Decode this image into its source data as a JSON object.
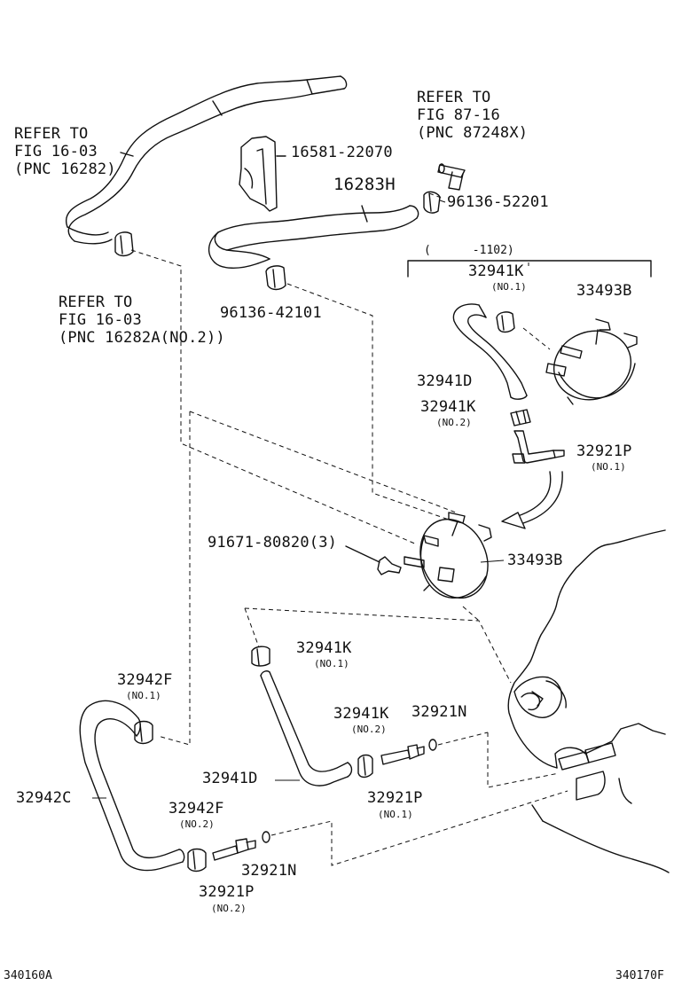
{
  "refs": {
    "fig16_top": [
      "REFER TO",
      "FIG 16-03",
      "(PNC 16282)"
    ],
    "fig87": [
      "REFER TO",
      "FIG 87-16",
      "(PNC 87248X)"
    ],
    "fig16_no2": [
      "REFER TO",
      "FIG 16-03",
      "(PNC 16282A(NO.2))"
    ]
  },
  "parts": {
    "p16581": "16581-22070",
    "p16283H": "16283H",
    "p96136_52201": "96136-52201",
    "p96136_42101": "96136-42101",
    "bracket_range": "(      -1102)",
    "p32941K_a": "32941K",
    "p32941K_a_sub": "(NO.1)",
    "p33493B_a": "33493B",
    "p32941D_a": "32941D",
    "p32941K_b": "32941K",
    "p32941K_b_sub": "(NO.2)",
    "p32921P_a": "32921P",
    "p32921P_a_sub": "(NO.1)",
    "p91671": "91671-80820(3)",
    "p33493B_b": "33493B",
    "p32941K_c": "32941K",
    "p32941K_c_sub": "(NO.1)",
    "p32942F_a": "32942F",
    "p32942F_a_sub": "(NO.1)",
    "p32941K_d": "32941K",
    "p32941K_d_sub": "(NO.2)",
    "p32921N_a": "32921N",
    "p32941D_b": "32941D",
    "p32942C": "32942C",
    "p32921P_b": "32921P",
    "p32921P_b_sub": "(NO.1)",
    "p32942F_b": "32942F",
    "p32942F_b_sub": "(NO.2)",
    "p32921N_b": "32921N",
    "p32921P_c": "32921P",
    "p32921P_c_sub": "(NO.2)"
  },
  "footer": {
    "left_code": "340160A",
    "right_code": "340170F"
  }
}
